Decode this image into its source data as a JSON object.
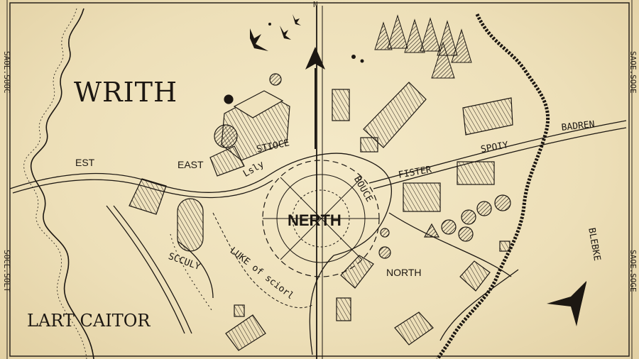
{
  "map": {
    "regions": {
      "writh": "WRITH",
      "lart_caitor": "LART CAITOR"
    },
    "labels": {
      "center": "NERTH",
      "north": "NORTH",
      "east": "EAST",
      "est": "EST",
      "top_mark": "N",
      "stioce": "STIOCE",
      "lsly": "Lsly",
      "bouce": "BOUCE",
      "fister": "FISTER",
      "spoiy": "SPOIY",
      "badren": "BADREN",
      "scculy": "SCCULY",
      "lake_of_scholl": "LUKE of sciorl",
      "blebke": "BLEBKE"
    },
    "edge_text": {
      "left_top": "SAOE.SUOC",
      "left_bottom": "SOCE.SOLT",
      "right_top": "SAOE.SOOE",
      "right_bottom": "SAOE.SOGE"
    },
    "icons": [
      "north-arrow-icon",
      "compass-rose-icon",
      "bird-icon",
      "tree-icon",
      "building-icon",
      "airplane-icon"
    ],
    "colors": {
      "paper": "#efe2bd",
      "ink": "#1c1712"
    }
  }
}
